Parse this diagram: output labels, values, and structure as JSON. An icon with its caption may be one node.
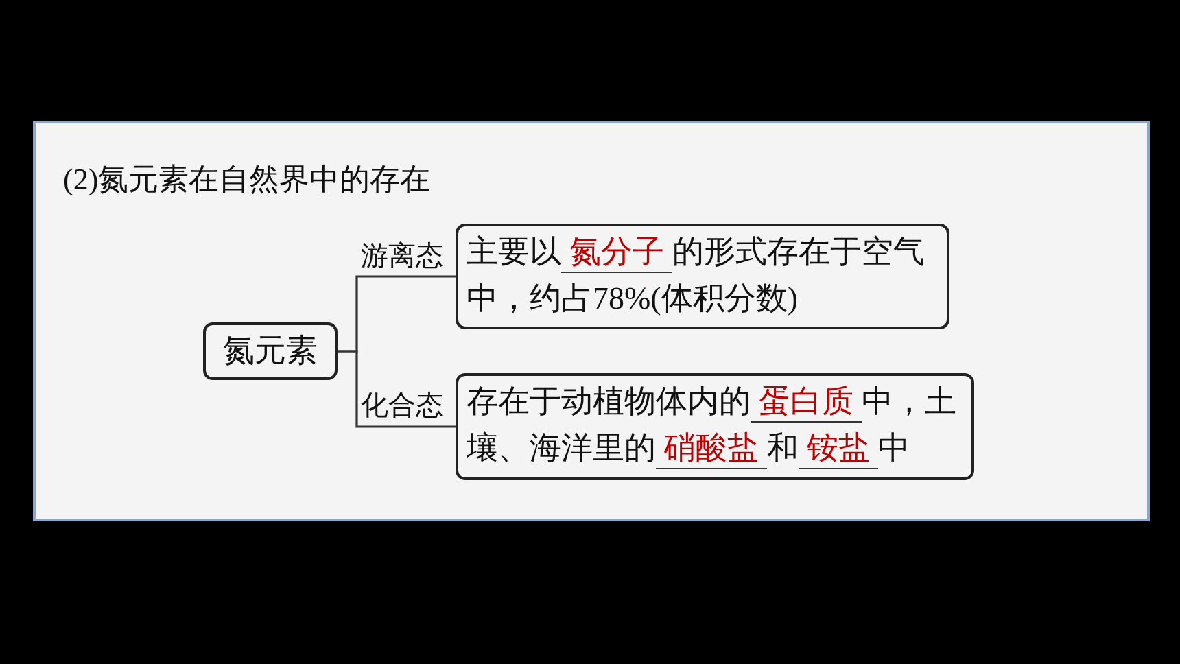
{
  "diagram": {
    "title": "(2)氮元素在自然界中的存在",
    "nodes": [
      {
        "text": [
          "氮元素"
        ]
      },
      {
        "text": [
          "主要以",
          "氮分子",
          "的形式存在于空气中，约占78%(体积分数)"
        ]
      },
      {
        "text": [
          "存在于动植物体内的",
          "蛋白质",
          "中，土壤、海洋里的",
          "硝酸盐",
          "和",
          "铵盐",
          "中"
        ]
      }
    ],
    "edges": [
      {
        "from": 0,
        "to": 1,
        "arrow": "none",
        "label": "游离态"
      },
      {
        "from": 0,
        "to": 2,
        "arrow": "none",
        "label": "化合态"
      }
    ]
  }
}
